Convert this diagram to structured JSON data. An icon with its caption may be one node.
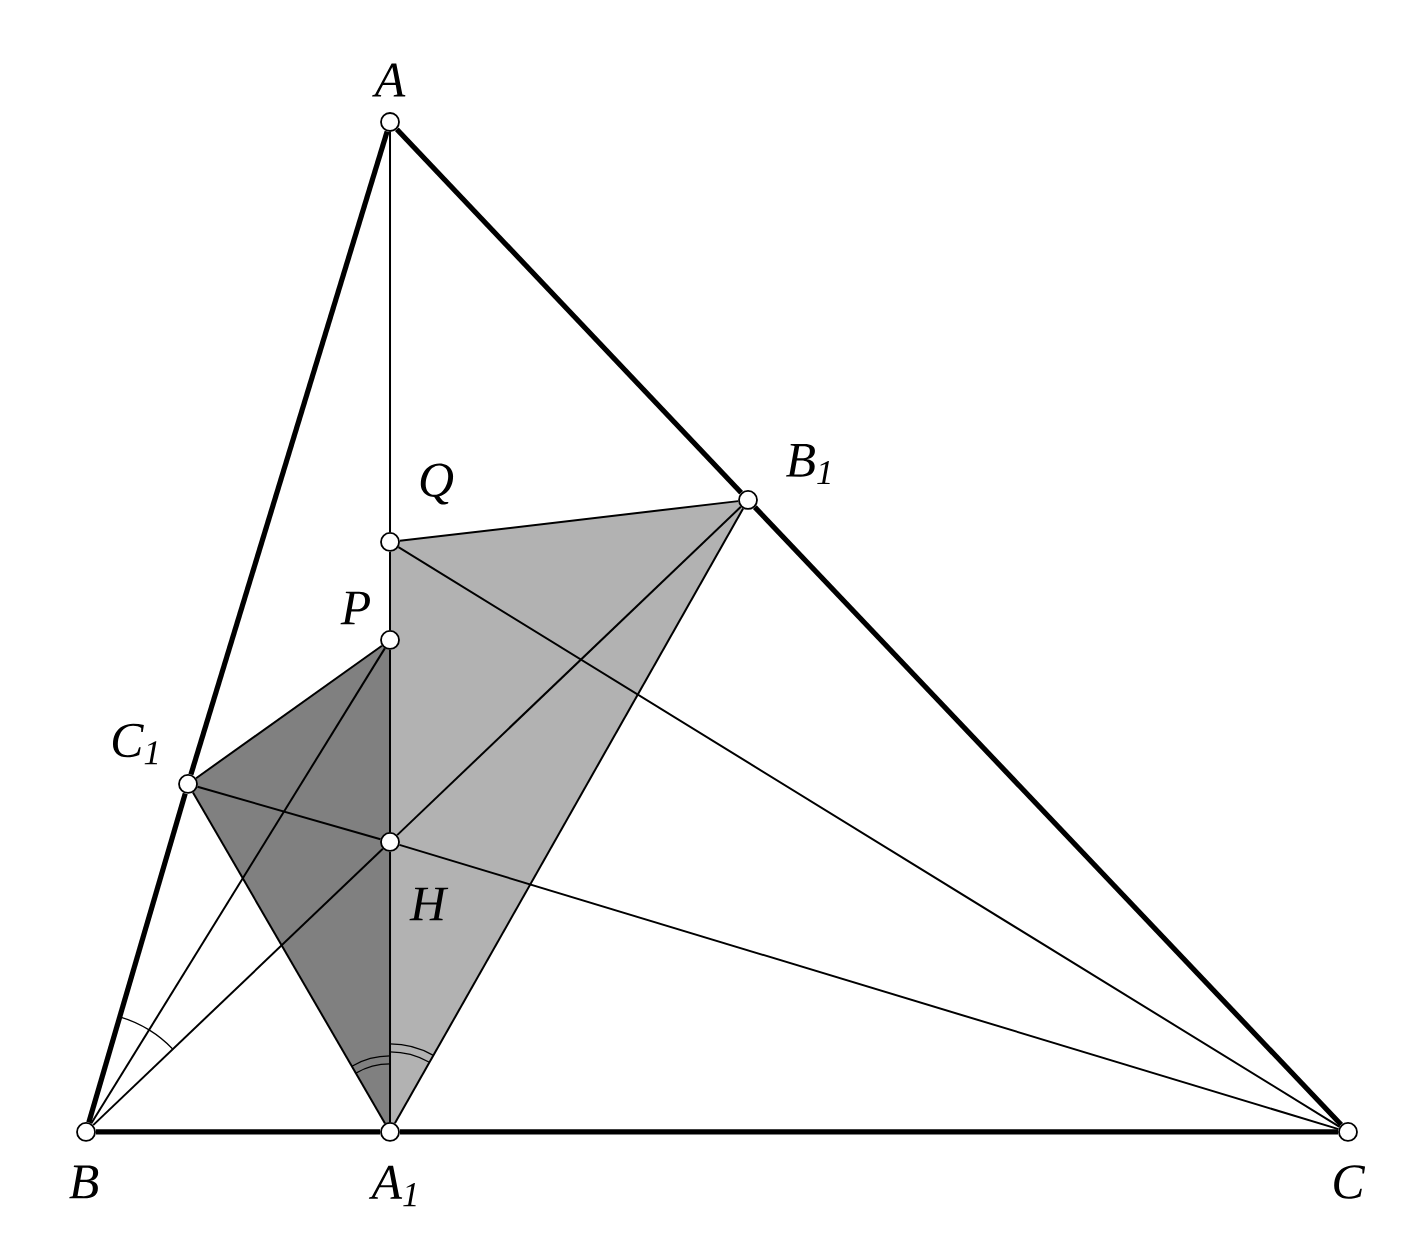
{
  "diagram": {
    "nodes": [
      {
        "text": [],
        "shape": "circle",
        "beside": [
          "A"
        ]
      },
      {
        "text": [],
        "shape": "circle",
        "beside": [
          "B"
        ]
      },
      {
        "text": [],
        "shape": "circle",
        "beside": [
          "C"
        ]
      },
      {
        "text": [],
        "shape": "circle",
        "beside": [
          "A$_{1}$"
        ]
      },
      {
        "text": [],
        "shape": "circle",
        "beside": [
          "B$_{1}$"
        ]
      },
      {
        "text": [],
        "shape": "circle",
        "beside": [
          "C$_{1}$"
        ]
      },
      {
        "text": [],
        "shape": "circle",
        "beside": [
          "Q"
        ]
      },
      {
        "text": [],
        "shape": "circle",
        "beside": [
          "P"
        ]
      },
      {
        "text": [],
        "shape": "circle",
        "beside": [
          "H"
        ]
      }
    ],
    "edges": [
      {
        "from": 0,
        "to": 5,
        "arrow": "none",
        "style": "thick"
      },
      {
        "from": 5,
        "to": 1,
        "arrow": "none",
        "style": "thick"
      },
      {
        "from": 1,
        "to": 3,
        "arrow": "none",
        "style": "thick"
      },
      {
        "from": 3,
        "to": 2,
        "arrow": "none",
        "style": "thick"
      },
      {
        "from": 0,
        "to": 4,
        "arrow": "none",
        "style": "thick"
      },
      {
        "from": 4,
        "to": 2,
        "arrow": "none",
        "style": "thick"
      },
      {
        "from": 0,
        "to": 6,
        "arrow": "none"
      },
      {
        "from": 6,
        "to": 7,
        "arrow": "none"
      },
      {
        "from": 7,
        "to": 8,
        "arrow": "none"
      },
      {
        "from": 8,
        "to": 3,
        "arrow": "none"
      },
      {
        "from": 1,
        "to": 8,
        "arrow": "none"
      },
      {
        "from": 8,
        "to": 4,
        "arrow": "none"
      },
      {
        "from": 2,
        "to": 8,
        "arrow": "none"
      },
      {
        "from": 8,
        "to": 5,
        "arrow": "none"
      },
      {
        "from": 6,
        "to": 4,
        "arrow": "none"
      },
      {
        "from": 6,
        "to": 2,
        "arrow": "none"
      },
      {
        "from": 7,
        "to": 5,
        "arrow": "none"
      },
      {
        "from": 7,
        "to": 1,
        "arrow": "none"
      },
      {
        "from": 3,
        "to": 5,
        "arrow": "none"
      },
      {
        "from": 3,
        "to": 4,
        "arrow": "none"
      }
    ]
  }
}
